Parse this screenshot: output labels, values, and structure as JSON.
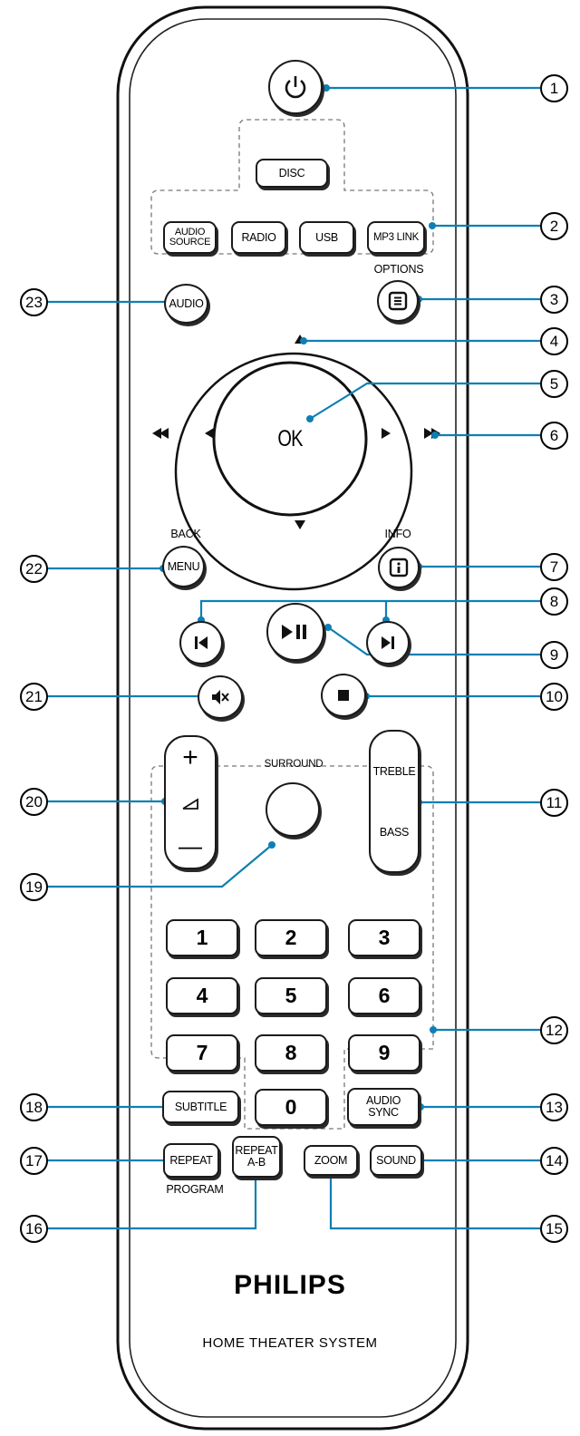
{
  "brand": {
    "logo": "PHILIPS",
    "product": "HOME THEATER SYSTEM"
  },
  "buttons": {
    "disc": "DISC",
    "audio_source": "AUDIO\nSOURCE",
    "radio": "RADIO",
    "usb": "USB",
    "mp3_link": "MP3 LINK",
    "audio": "AUDIO",
    "options_caption": "OPTIONS",
    "ok": "OK",
    "back_caption": "BACK",
    "menu": "MENU",
    "info_caption": "INFO",
    "surround_caption": "SURROUND",
    "treble": "TREBLE",
    "bass": "BASS",
    "vol_plus": "+",
    "vol_minus": "—",
    "digits": [
      "1",
      "2",
      "3",
      "4",
      "5",
      "6",
      "7",
      "8",
      "9",
      "0"
    ],
    "subtitle": "SUBTITLE",
    "audio_sync": "AUDIO\nSYNC",
    "repeat": "REPEAT",
    "program_caption": "PROGRAM",
    "repeat_ab": "REPEAT\nA-B",
    "zoom": "ZOOM",
    "sound": "SOUND"
  },
  "icons": {
    "power": "power-icon",
    "options": "options-icon",
    "info": "info-icon",
    "nav": "arrow-icons",
    "prev": "skip-previous-icon",
    "next": "skip-next-icon",
    "play_pause": "play-pause-icon",
    "mute": "mute-icon",
    "stop": "stop-icon",
    "volume": "volume-icon",
    "rewind": "rewind-icon",
    "forward": "fast-forward-icon"
  },
  "callouts": [
    "1",
    "2",
    "3",
    "4",
    "5",
    "6",
    "7",
    "8",
    "9",
    "10",
    "11",
    "12",
    "13",
    "14",
    "15",
    "16",
    "17",
    "18",
    "19",
    "20",
    "21",
    "22",
    "23"
  ]
}
